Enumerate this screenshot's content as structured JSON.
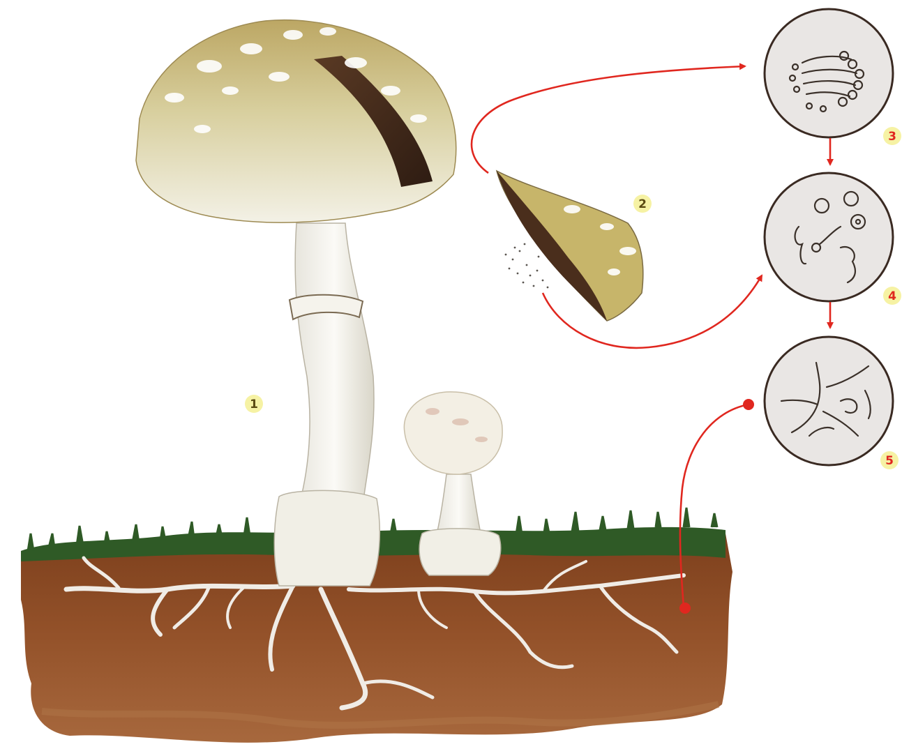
{
  "labels": {
    "l1": "1",
    "l2": "2",
    "l3": "3",
    "l4": "4",
    "l5": "5"
  },
  "colors": {
    "arrow": "#e0271f",
    "label_fill": "#f6f2a4",
    "soil": "#8a4a22",
    "grass": "#2f5a26",
    "cap": "#c7b56a",
    "hyphae": "#f0ece6",
    "micro_bg": "#e9e6e4",
    "micro_border": "#3a2a22"
  }
}
